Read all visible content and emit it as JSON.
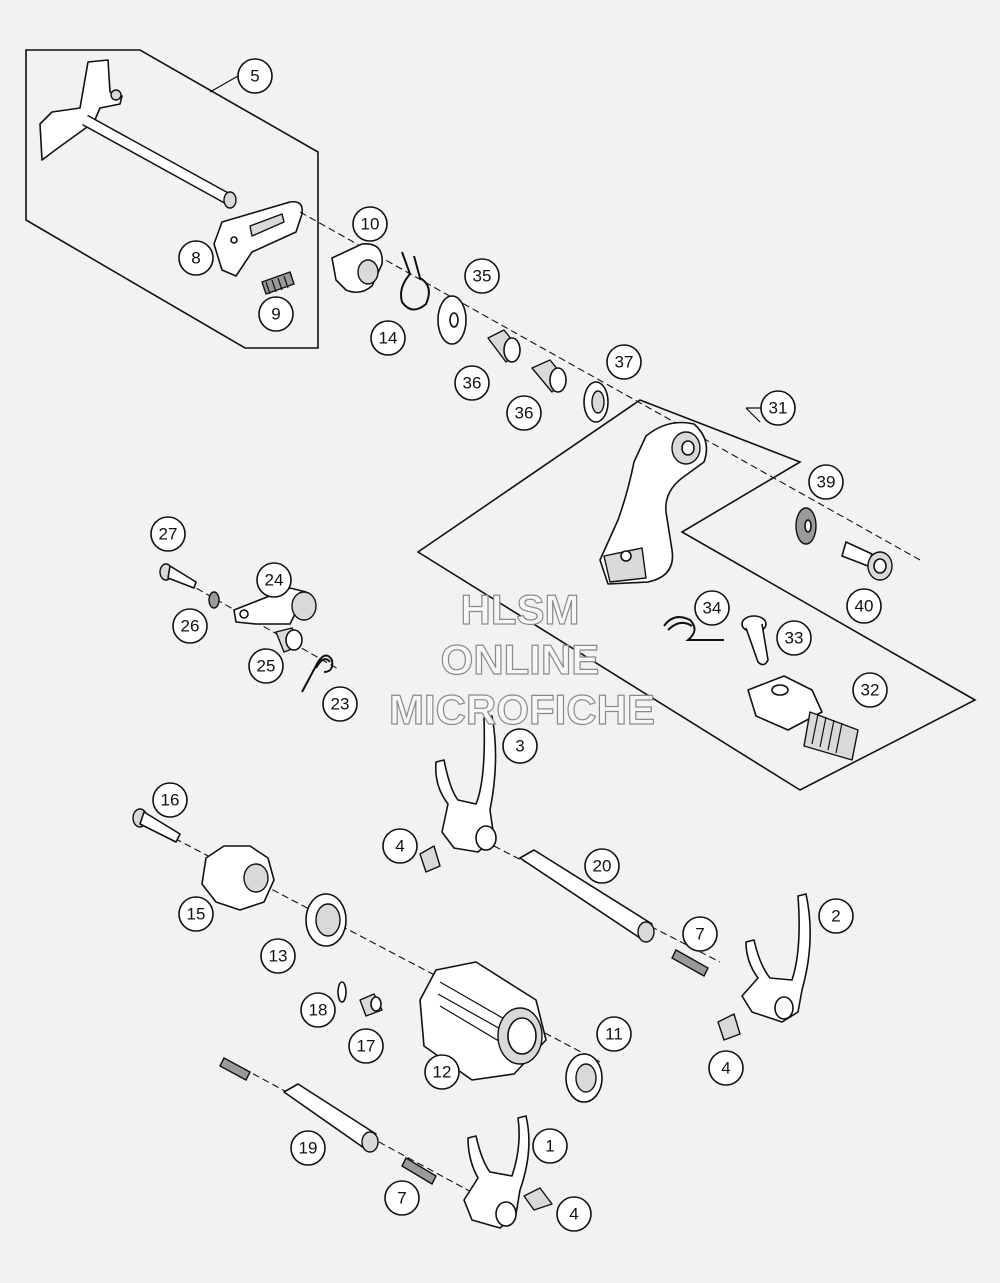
{
  "watermark": {
    "line1": "HLSM",
    "line2": "ONLINE",
    "line3": "MICROFICHE"
  },
  "callouts": {
    "c1": "1",
    "c2": "2",
    "c3": "3",
    "c4a": "4",
    "c4b": "4",
    "c4c": "4",
    "c5": "5",
    "c7a": "7",
    "c7b": "7",
    "c8": "8",
    "c9": "9",
    "c10": "10",
    "c11": "11",
    "c12": "12",
    "c13": "13",
    "c14": "14",
    "c15": "15",
    "c16": "16",
    "c17": "17",
    "c18": "18",
    "c19": "19",
    "c20": "20",
    "c23": "23",
    "c24": "24",
    "c25": "25",
    "c26": "26",
    "c27": "27",
    "c31": "31",
    "c32": "32",
    "c33": "33",
    "c34": "34",
    "c35": "35",
    "c36a": "36",
    "c36b": "36",
    "c37": "37",
    "c39": "39",
    "c40": "40"
  },
  "colors": {
    "background": "#f2f2f2",
    "line": "#111111",
    "watermark_outline": "#8a8a8a"
  }
}
